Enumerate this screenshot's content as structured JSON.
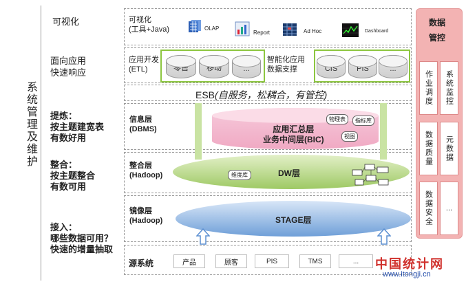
{
  "left": {
    "mgmt": "系统管理及维护",
    "sec1": "可视化",
    "sec2a": "面向应用",
    "sec2b": "快速响应",
    "sec3a": "提炼：",
    "sec3b": "按主题建宽表",
    "sec3c": "有数好用",
    "sec4a": "整合：",
    "sec4b": "按主题整合",
    "sec4c": "有数可用",
    "sec5a": "接入：",
    "sec5b": "哪些数据可用？",
    "sec5c": "快速的增量抽取"
  },
  "viz": {
    "title1": "可视化",
    "title2": "(工具+Java)",
    "tools": [
      "OLAP",
      "Report",
      "Ad Hoc",
      "Dashboard"
    ]
  },
  "app": {
    "dev1": "应用开发",
    "dev2": "(ETL)",
    "dev_items": [
      "零售",
      "移动",
      "..."
    ],
    "intel1": "智能化应用",
    "intel2": "数据支撑",
    "intel_items": [
      "CIS",
      "PIS",
      "..."
    ]
  },
  "esb": {
    "prefix": "ESB",
    "detail": "(自服务，松耦合，有管控)"
  },
  "info": {
    "label1": "信息层",
    "label2": "(DBMS)",
    "core1": "应用汇总层",
    "core2": "业务中间层(BIC)",
    "tags": [
      "物理表",
      "指标库",
      "视图"
    ]
  },
  "integ": {
    "label1": "整合层",
    "label2": "(Hadoop)",
    "core": "DW层",
    "tag": "维度库"
  },
  "mirror": {
    "label1": "镜像层",
    "label2": "(Hadoop)",
    "core": "STAGE层"
  },
  "source": {
    "label": "源系统",
    "items": [
      "产品",
      "顾客",
      "PIS",
      "TMS",
      "..."
    ]
  },
  "right": {
    "title1": "数据",
    "title2": "管控",
    "boxes": [
      "作业调度",
      "系统监控",
      "数据质量",
      "元数据",
      "数据安全",
      "..."
    ]
  },
  "watermark": {
    "brand": "中国统计网",
    "url": "www.itongji.cn"
  },
  "colors": {
    "green": "#8cc63f",
    "pink": "#f7b6cc",
    "blue": "#7ea8d8",
    "red_panel": "#f3b3b3"
  }
}
